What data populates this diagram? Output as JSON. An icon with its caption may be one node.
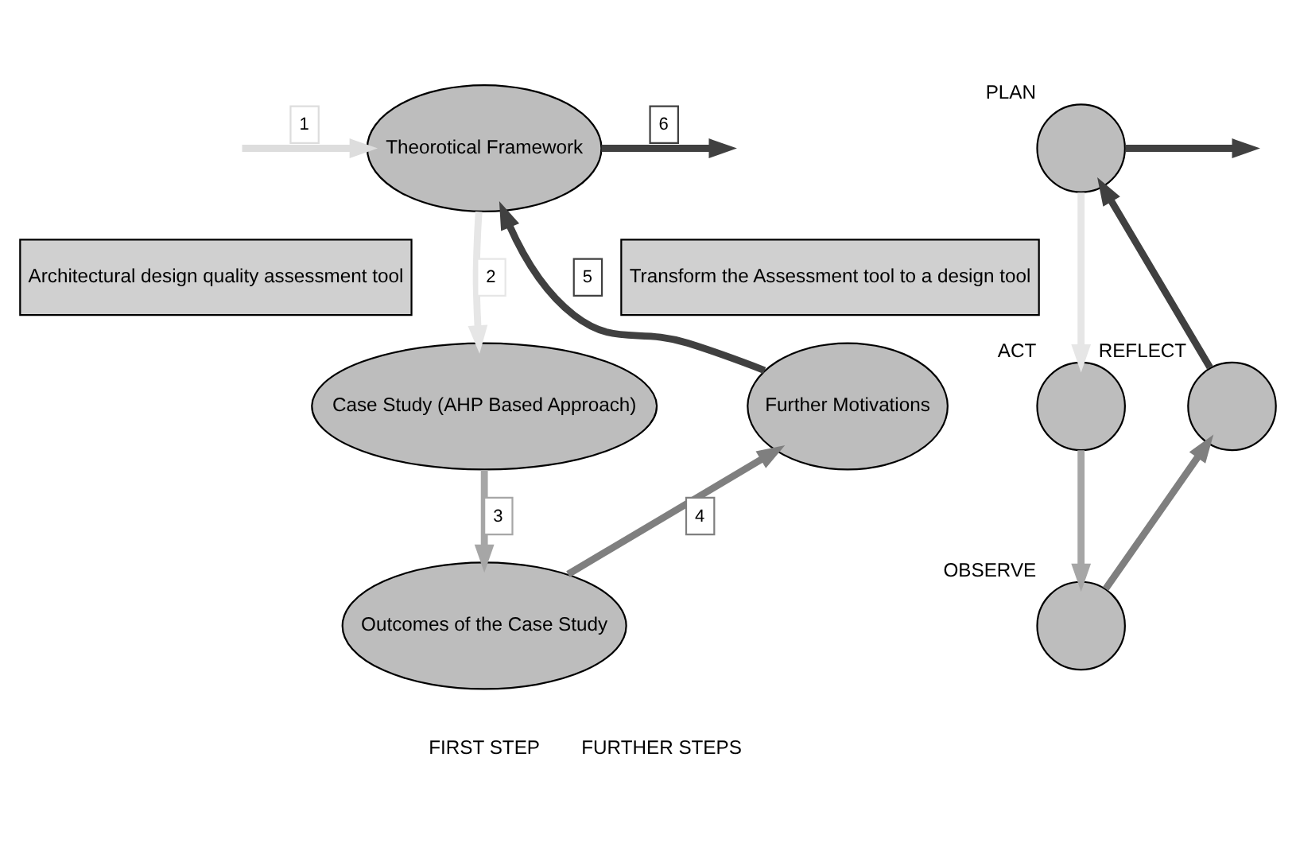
{
  "diagram": {
    "nodes": [
      {
        "text": [
          "Architectural design quality assessment tool"
        ]
      },
      {
        "text": [
          "Theorotical Framework"
        ]
      },
      {
        "text": [
          "Case Study (AHP Based Approach)"
        ]
      },
      {
        "text": [
          "Outcomes of the Case Study"
        ]
      },
      {
        "text": [
          "Further Motivations"
        ]
      },
      {
        "text": [
          "Transform the Assessment tool to a design tool"
        ]
      },
      {
        "text": [],
        "shape": "circle",
        "beside": [
          "PLAN"
        ]
      },
      {
        "text": [],
        "shape": "circle",
        "beside": [
          "ACT"
        ]
      },
      {
        "text": [],
        "shape": "circle",
        "beside": [
          "OBSERVE"
        ]
      },
      {
        "text": [],
        "shape": "circle",
        "beside": [
          "REFLECT"
        ]
      }
    ],
    "edges": [
      {
        "from": null,
        "to": 1,
        "arrow": "to",
        "label": "1",
        "color": "#dddddd"
      },
      {
        "from": 1,
        "to": 2,
        "arrow": "to",
        "label": "2",
        "color": "#e6e6e6"
      },
      {
        "from": 2,
        "to": 3,
        "arrow": "to",
        "label": "3",
        "color": "#a6a6a6"
      },
      {
        "from": 3,
        "to": 4,
        "arrow": "to",
        "label": "4",
        "color": "#7f7f7f"
      },
      {
        "from": 4,
        "to": 1,
        "arrow": "to",
        "label": "5",
        "color": "#404040"
      },
      {
        "from": 1,
        "to": null,
        "arrow": "to",
        "label": "6",
        "color": "#404040"
      },
      {
        "from": 6,
        "to": 7,
        "arrow": "to",
        "color": "#e6e6e6"
      },
      {
        "from": 7,
        "to": 8,
        "arrow": "to",
        "color": "#a6a6a6"
      },
      {
        "from": 8,
        "to": 9,
        "arrow": "to",
        "color": "#7f7f7f"
      },
      {
        "from": 9,
        "to": 6,
        "arrow": "to",
        "color": "#404040"
      },
      {
        "from": 6,
        "to": null,
        "arrow": "to",
        "color": "#404040"
      }
    ],
    "labels": [
      "FIRST STEP",
      "FURTHER STEPS"
    ]
  }
}
